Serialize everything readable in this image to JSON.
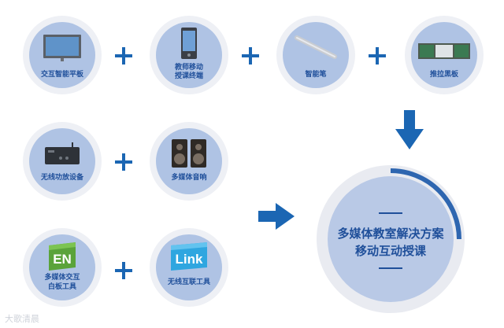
{
  "nodes": {
    "panel": "交互智能平板",
    "teacher_terminal_line1": "教师移动",
    "teacher_terminal_line2": "授课终端",
    "pen": "智能笔",
    "blackboard": "推拉黑板",
    "wireless_amp": "无线功放设备",
    "speaker": "多媒体音响",
    "whiteboard_tool_line1": "多媒体交互",
    "whiteboard_tool_line2": "白板工具",
    "wireless_tool": "无线互联工具"
  },
  "icons": {
    "en_logo": "EN",
    "link_logo": "Link"
  },
  "result": {
    "line1": "多媒体教室解决方案",
    "line2": "移动互动授课"
  },
  "watermark": "大歌清晨",
  "colors": {
    "accent": "#1b66b3",
    "node_fill": "#afc3e4",
    "text": "#1f4f9a"
  }
}
